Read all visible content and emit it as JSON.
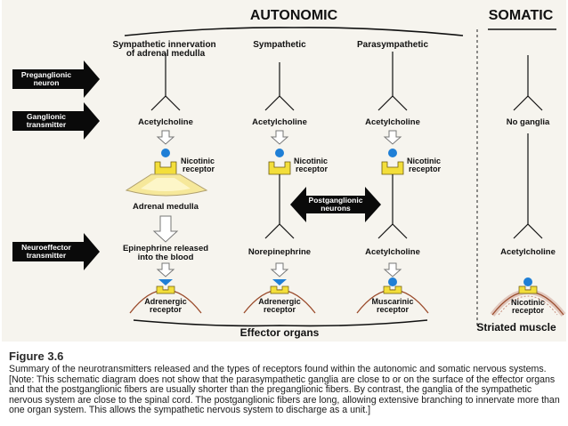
{
  "header": {
    "autonomic": "AUTONOMIC",
    "somatic": "SOMATIC"
  },
  "columns": {
    "adrenal_title": "Sympathetic innervation of adrenal medulla",
    "sympathetic_title": "Sympathetic",
    "parasympathetic_title": "Parasympathetic"
  },
  "side_labels": {
    "preganglionic": "Preganglionic neuron",
    "ganglionic": "Ganglionic transmitter",
    "neuroeffector": "Neuroeffector transmitter"
  },
  "transmitters": {
    "ach_adrenal": "Acetylcholine",
    "ach_sympathetic": "Acetylcholine",
    "ach_parasympathetic": "Acetylcholine",
    "no_ganglia": "No ganglia",
    "epinephrine": "Epinephrine released into the blood",
    "norepinephrine": "Norepinephrine",
    "ach_para_effector": "Acetylcholine",
    "ach_somatic": "Acetylcholine"
  },
  "receptors": {
    "nicotinic_1": "Nicotinic receptor",
    "nicotinic_2": "Nicotinic receptor",
    "nicotinic_3": "Nicotinic receptor",
    "adrenergic_1": "Adrenergic receptor",
    "adrenergic_2": "Adrenergic receptor",
    "muscarinic": "Muscarinic receptor",
    "nicotinic_somatic": "Nicotinic receptor"
  },
  "labels": {
    "adrenal_medulla": "Adrenal medulla",
    "postganglionic": "Postganglionic neurons",
    "effector_organs": "Effector organs",
    "striated_muscle": "Striated muscle"
  },
  "caption": {
    "label": "Figure 3.6",
    "body": "Summary of the neurotransmitters released and the types of receptors found within the autonomic and somatic nervous systems. [Note: This schematic diagram does not show that the parasympathetic ganglia are close to or on the surface of the effector organs and that the postganglionic fibers are usually shorter than the preganglionic fibers. By contrast, the ganglia of the sympathetic nervous system are close to the spinal cord. The postganglionic fibers are long, allowing extensive branching to innervate more than one organ system. This allows the sympathetic nervous system to discharge as a unit.]"
  },
  "colors": {
    "vesicle_blue": "#1f7fd6",
    "receptor_yellow": "#f3de3a",
    "effector_outline": "#9a4a2a",
    "gland_fill": "#f6e89a"
  }
}
